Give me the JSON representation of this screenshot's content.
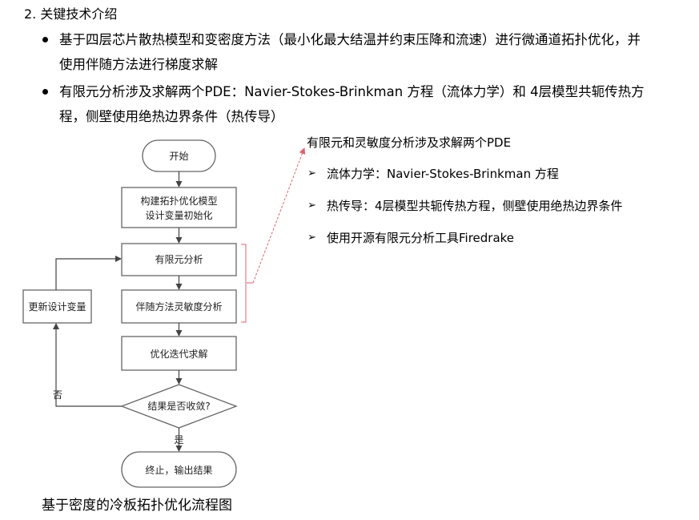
{
  "heading": "2. 关键技术介绍",
  "bullets": [
    {
      "line1": "基于四层芯片散热模型和变密度方法（最小化最大结温并约束压降和流速）进行微通道拓扑优化，并",
      "line2": "使用伴随方法进行梯度求解"
    },
    {
      "line1": "有限元分析涉及求解两个PDE：Navier-Stokes-Brinkman 方程（流体力学）和 4层模型共轭传热方",
      "line2": "程，侧壁使用绝热边界条件（热传导）"
    }
  ],
  "flowchart": {
    "start": "开始",
    "build_line1": "构建拓扑优化模型",
    "build_line2": "设计变量初始化",
    "fea": "有限元分析",
    "adjoint": "伴随方法灵敏度分析",
    "optimize": "优化迭代求解",
    "converged": "结果是否收敛?",
    "update": "更新设计变量",
    "no_label": "否",
    "yes_label": "是",
    "end": "终止，输出结果"
  },
  "fe_panel": {
    "title": "有限元和灵敏度分析涉及求解两个PDE",
    "bullet_glyph": "➢",
    "items": [
      "流体力学：Navier-Stokes-Brinkman 方程",
      "热传导：4层模型共轭传热方程，侧壁使用绝热边界条件",
      "使用开源有限元分析工具Firedrake"
    ]
  },
  "caption": "基于密度的冷板拓扑优化流程图",
  "colors": {
    "node_stroke": "#666666",
    "arrow": "#444444",
    "bracket": "#e06070"
  }
}
